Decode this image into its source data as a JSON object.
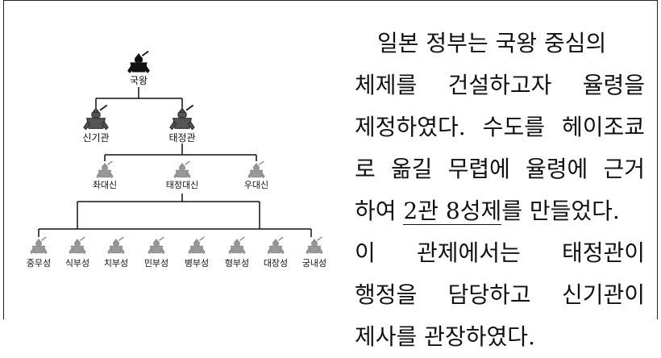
{
  "org_chart": {
    "top": "국왕",
    "level2": [
      "신기관",
      "태정관"
    ],
    "level3": [
      "좌대신",
      "태정대신",
      "우대신"
    ],
    "level4": [
      "중무성",
      "식부성",
      "치부성",
      "민부성",
      "병부성",
      "형부성",
      "대장성",
      "궁내성"
    ]
  },
  "paragraph": {
    "line1": "일본 정부는 국왕 중심의",
    "line2": "체제를 건설하고자 율령을",
    "line3": "제정하였다. 수도를 헤이조쿄",
    "line4": "로 옮길 무렵에 율령에 근거",
    "line5_pre": "하여 ",
    "line5_u": "2관 8성제",
    "line5_post": "를 만들었다.",
    "line6": "이 관제에서는 태정관이",
    "line7": "행정을 담당하고 신기관이",
    "line8": "제사를 관장하였다."
  }
}
